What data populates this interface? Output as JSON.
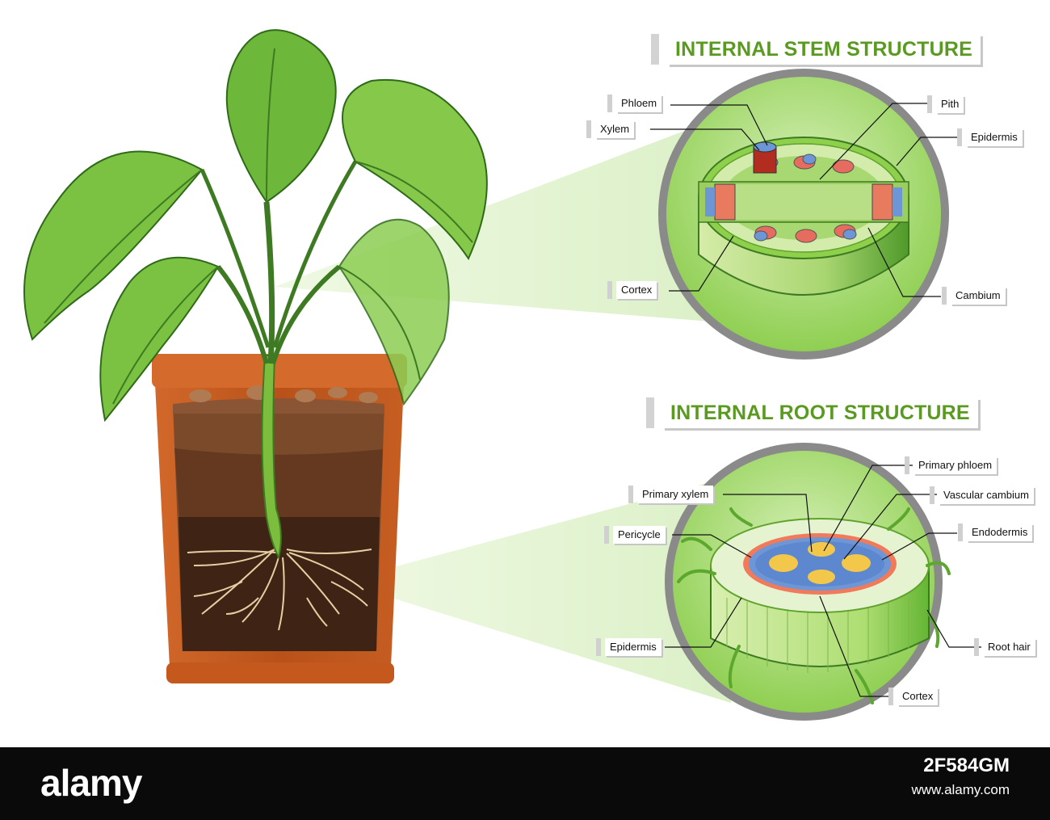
{
  "stem": {
    "title": "INTERNAL STEM STRUCTURE",
    "labels": {
      "phloem": "Phloem",
      "xylem": "Xylem",
      "pith": "Pith",
      "epidermis": "Epidermis",
      "cortex": "Cortex",
      "cambium": "Cambium"
    }
  },
  "root": {
    "title": "INTERNAL ROOT STRUCTURE",
    "labels": {
      "primary_phloem": "Primary phloem",
      "primary_xylem": "Primary xylem",
      "vascular_cambium": "Vascular cambium",
      "pericycle": "Pericycle",
      "endodermis": "Endodermis",
      "epidermis": "Epidermis",
      "root_hair": "Root hair",
      "cortex": "Cortex"
    }
  },
  "footer": {
    "logo": "alamy",
    "image_id": "2F584GM",
    "url": "www.alamy.com"
  },
  "colors": {
    "leaf": "#7cc242",
    "leaf_dark": "#3d7a22",
    "pot": "#c55a1e",
    "soil": "#6b4226",
    "title_green": "#5a9a20",
    "lens_ring": "#8a8a8a"
  }
}
